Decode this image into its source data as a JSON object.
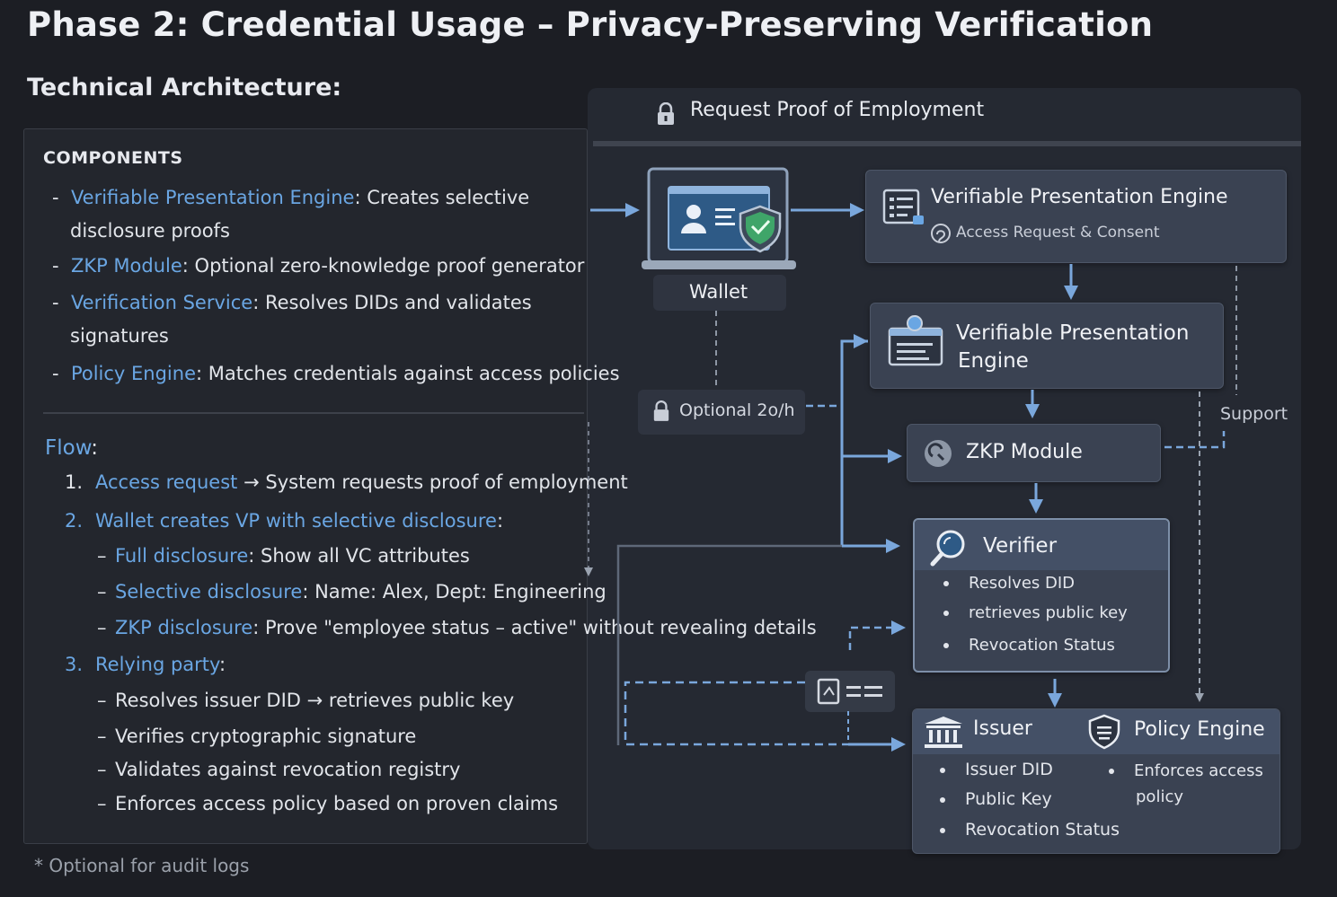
{
  "title": "Phase 2: Credential Usage – Privacy-Preserving Verification",
  "subtitle": "Technical Architecture:",
  "components": {
    "heading": "COMPONENTS",
    "items": [
      {
        "name": "Verifiable Presentation Engine",
        "desc": ": Creates selective",
        "desc2": "disclosure proofs"
      },
      {
        "name": "ZKP Module",
        "desc": ": Optional zero-knowledge proof generator"
      },
      {
        "name": "Verification Service",
        "desc": ": Resolves DIDs and validates",
        "desc2": "signatures"
      },
      {
        "name": "Policy Engine",
        "desc": ": Matches credentials against access policies"
      }
    ]
  },
  "flow": {
    "heading": "Flow",
    "steps": [
      {
        "num": "1.",
        "label": "Access request",
        "arrow": "→",
        "text": "System requests proof of employment"
      },
      {
        "num": "2.",
        "label": "Wallet creates VP with selective disclosure",
        "suffix": ":"
      },
      {
        "num": "3.",
        "label": "Relying party",
        "suffix": ":"
      }
    ],
    "disclosures": [
      {
        "label": "Full disclosure",
        "text": ": Show all VC attributes"
      },
      {
        "label": "Selective disclosure",
        "text": ": Name: Alex, Dept: Engineering"
      },
      {
        "label": "ZKP disclosure",
        "text": ": Prove \"employee status – active\" without revealing details"
      }
    ],
    "relying_party": [
      "Resolves issuer DID → retrieves public key",
      "Verifies cryptographic signature",
      "Validates against revocation registry",
      "Enforces access policy based on proven claims"
    ]
  },
  "footnote": "* Optional for audit logs",
  "diagram": {
    "request_title": "Request Proof of Employment",
    "wallet_label": "Wallet",
    "optional_label": "Optional 2o/h",
    "support_label": "Support",
    "vpe_top": {
      "title": "Verifiable Presentation Engine",
      "sub": "Access Request & Consent"
    },
    "vpe_mid": {
      "title_line1": "Verifiable Presentation",
      "title_line2": "Engine"
    },
    "zkp": {
      "title": "ZKP Module"
    },
    "verifier": {
      "title": "Verifier",
      "items": [
        "Resolves DID",
        "retrieves public key",
        "Revocation Status"
      ]
    },
    "issuer": {
      "title": "Issuer",
      "items": [
        "Issuer DID",
        "Public Key",
        "Revocation Status"
      ]
    },
    "policy": {
      "title": "Policy Engine",
      "items_line1": "Enforces access",
      "items_line2": "policy"
    }
  },
  "colors": {
    "accent": "#6aa6e3",
    "panel": "#23262d",
    "box": "#3a4252",
    "arrow": "#7aa7dc"
  }
}
